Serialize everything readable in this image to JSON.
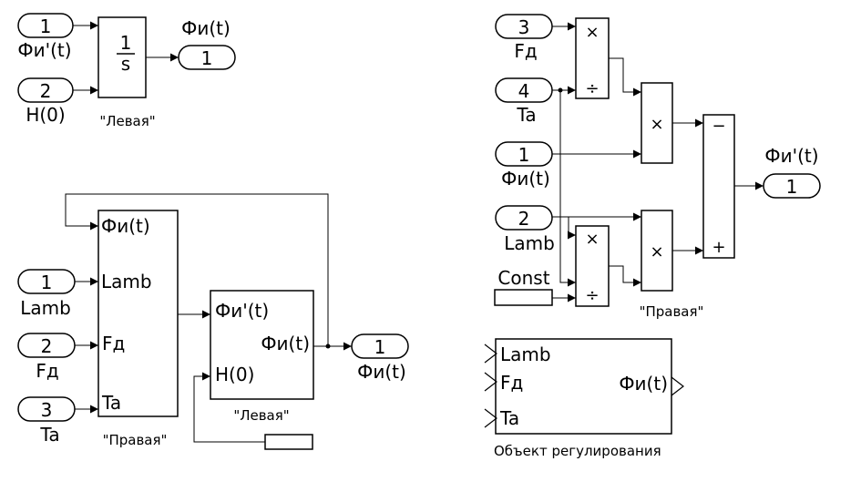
{
  "top_left": {
    "in1": {
      "num": "1",
      "name": "Фи'(t)"
    },
    "in2": {
      "num": "2",
      "name": "H(0)"
    },
    "integrator": {
      "num": "1",
      "den": "s",
      "caption": "\"Левая\""
    },
    "out1": {
      "num": "1",
      "name": "Фи(t)"
    }
  },
  "top_right": {
    "in3": {
      "num": "3",
      "name": "Fд"
    },
    "in4": {
      "num": "4",
      "name": "Ta"
    },
    "in1": {
      "num": "1",
      "name": "Фи(t)"
    },
    "in2": {
      "num": "2",
      "name": "Lamb"
    },
    "const": {
      "name": "Const"
    },
    "ops": {
      "mul": "×",
      "div": "÷",
      "minus": "−",
      "plus": "+"
    },
    "caption": "\"Правая\"",
    "out1": {
      "num": "1",
      "name": "Фи'(t)"
    }
  },
  "bottom_left": {
    "in1": {
      "num": "1",
      "name": "Lamb"
    },
    "in2": {
      "num": "2",
      "name": "Fд"
    },
    "in3": {
      "num": "3",
      "name": "Ta"
    },
    "right_block": {
      "ports": [
        "Фи(t)",
        "Lamb",
        "Fд",
        "Ta"
      ],
      "caption": "\"Правая\""
    },
    "left_block": {
      "in_ports": [
        "Фи'(t)",
        "H(0)"
      ],
      "out_port": "Фи(t)",
      "caption": "\"Левая\""
    },
    "out1": {
      "num": "1",
      "name": "Фи(t)"
    }
  },
  "subsystem": {
    "in_ports": [
      "Lamb",
      "Fд",
      "Ta"
    ],
    "out_port": "Фи(t)",
    "caption": "Объект регулирования"
  }
}
